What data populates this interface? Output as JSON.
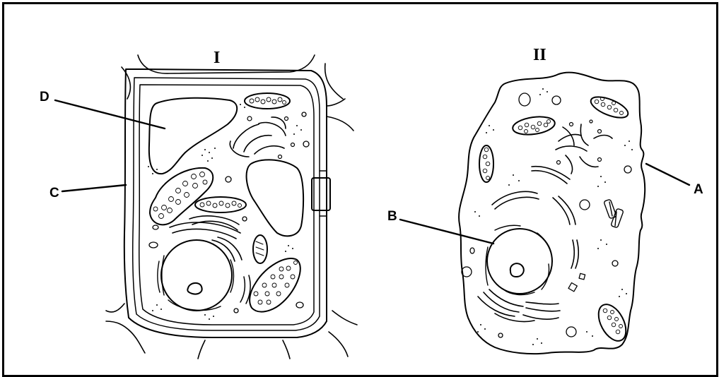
{
  "figure": {
    "cell_I_title": "I",
    "cell_II_title": "II",
    "labels": {
      "A": "A",
      "B": "B",
      "C": "C",
      "D": "D"
    }
  },
  "colors": {
    "ink": "#000000",
    "background": "#ffffff"
  }
}
